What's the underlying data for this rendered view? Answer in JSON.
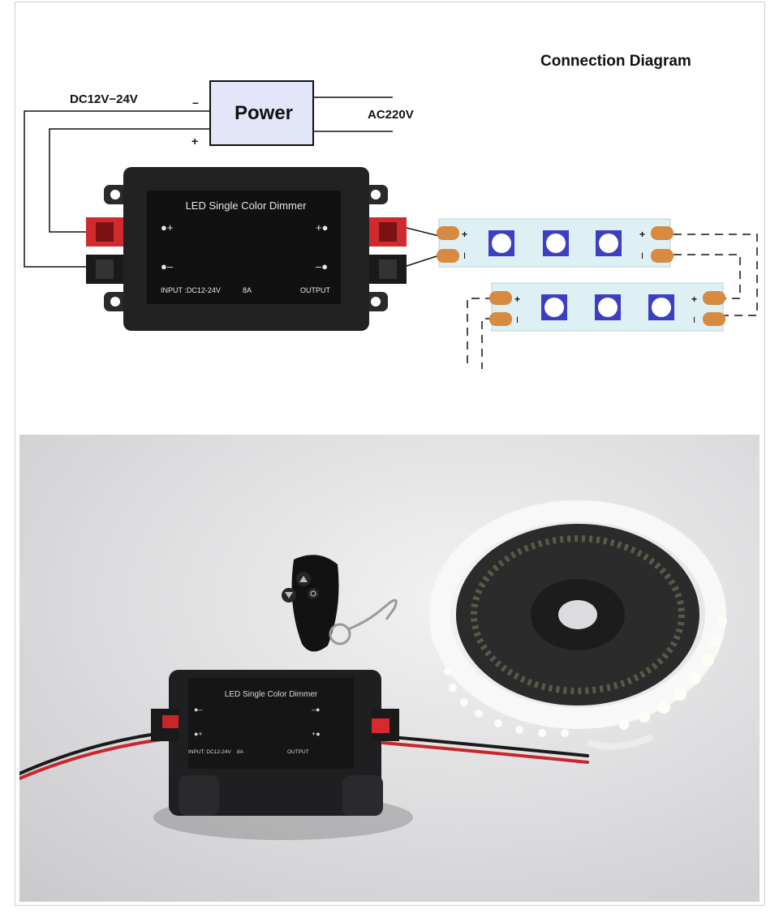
{
  "diagram": {
    "title": "Connection Diagram",
    "power_label": "Power",
    "dc_label": "DC12V−24V",
    "ac_label": "AC220V",
    "minus_sign": "–",
    "plus_sign": "+",
    "controller": {
      "name": "LED Single Color Dimmer",
      "left_plus": "●+",
      "left_minus": "●–",
      "right_plus": "+●",
      "right_minus": "–●",
      "input": "INPUT :DC12-24V",
      "current": "8A",
      "output": "OUTPUT"
    },
    "strip_plus": "+",
    "strip_minus": "I"
  },
  "photo": {
    "controller": {
      "name": "LED Single Color Dimmer",
      "left_minus": "●–",
      "left_plus": "●+",
      "right_minus": "–●",
      "right_plus": "+●",
      "input": "INPUT: DC12-24V",
      "current": "8A",
      "output": "OUTPUT"
    }
  },
  "colors": {
    "power_box": "#e2e6f8",
    "strip": "#dff0f5",
    "led": "#3d3fc2",
    "pad": "#d78a40",
    "red_terminal": "#e8262c",
    "controller": "#1f1f1f",
    "photo_bg": "#dcdcde"
  }
}
